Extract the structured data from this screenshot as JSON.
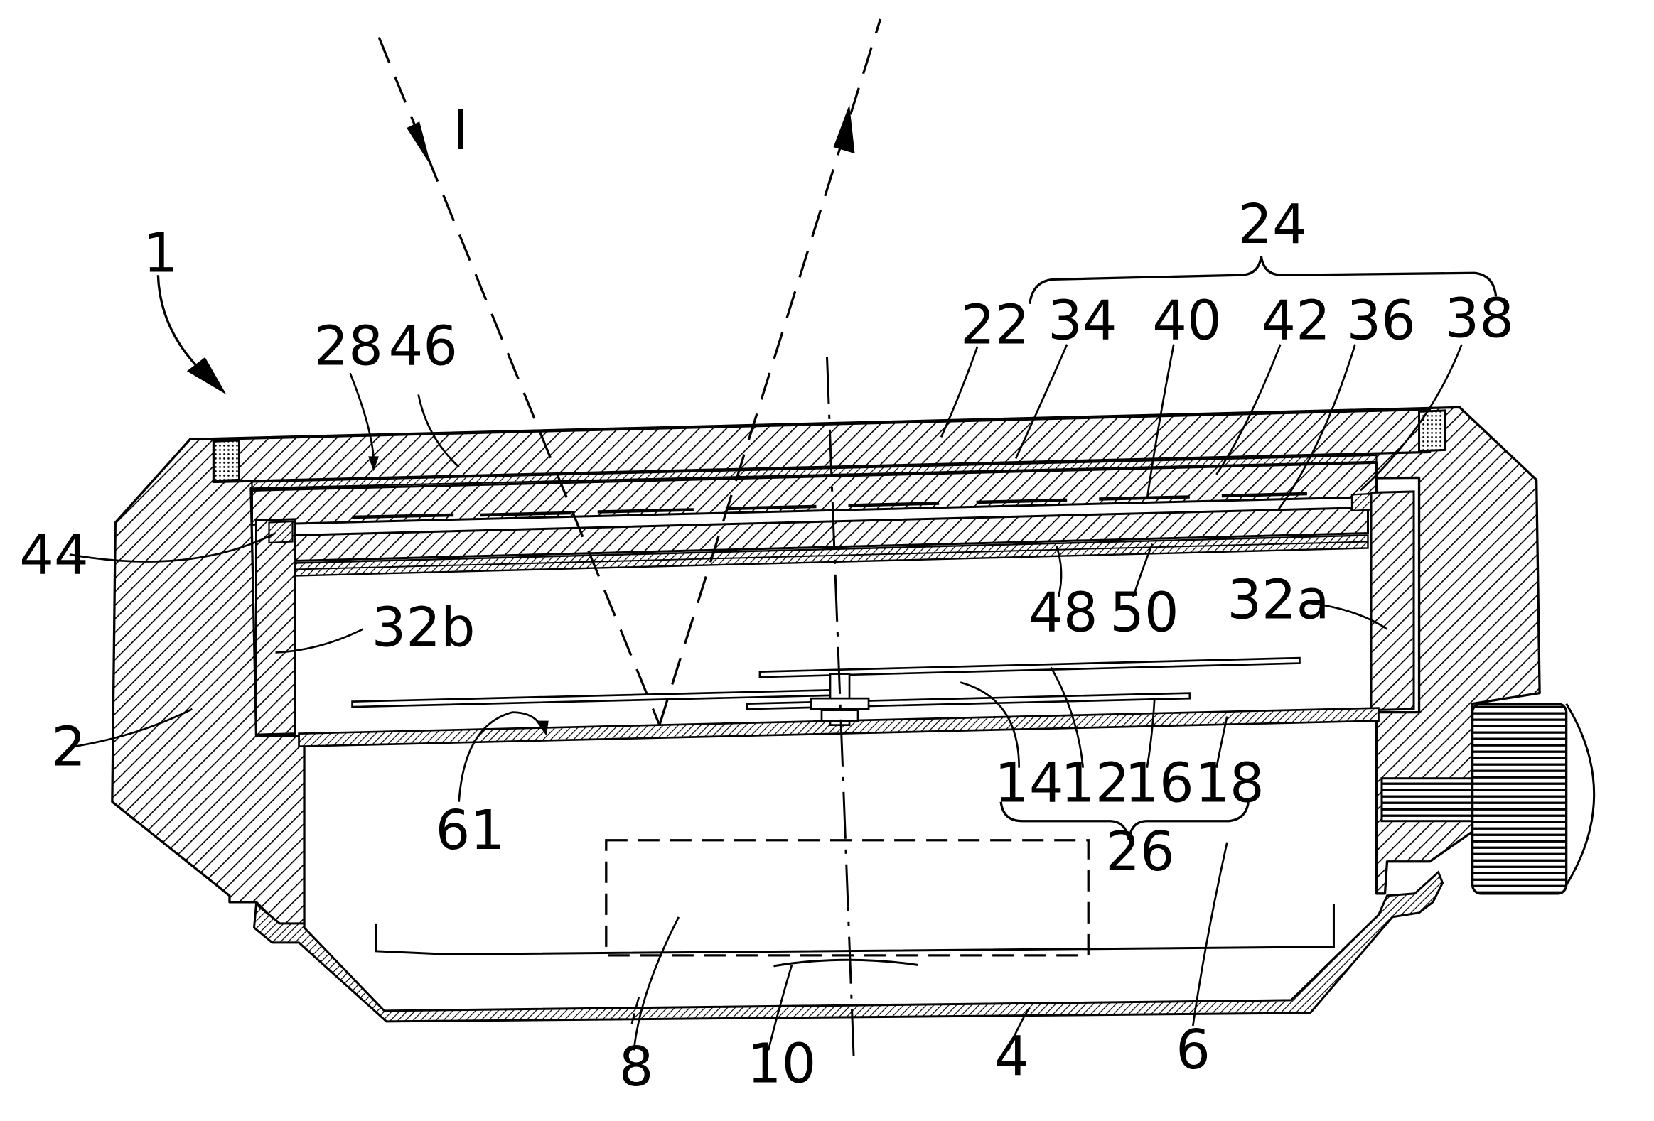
{
  "labels": {
    "l1": "1",
    "l2": "2",
    "l4": "4",
    "l6": "6",
    "l8": "8",
    "l10": "10",
    "l12": "12",
    "l14": "14",
    "l16": "16",
    "l18": "18",
    "l22": "22",
    "l24": "24",
    "l26": "26",
    "l28": "28",
    "l32a": "32a",
    "l32b": "32b",
    "l34": "34",
    "l36": "36",
    "l38": "38",
    "l40": "40",
    "l42": "42",
    "l44": "44",
    "l46": "46",
    "l48": "48",
    "l50": "50",
    "l61": "61",
    "lI": "I"
  },
  "colors": {
    "ink": "#000000",
    "paper": "#ffffff"
  }
}
